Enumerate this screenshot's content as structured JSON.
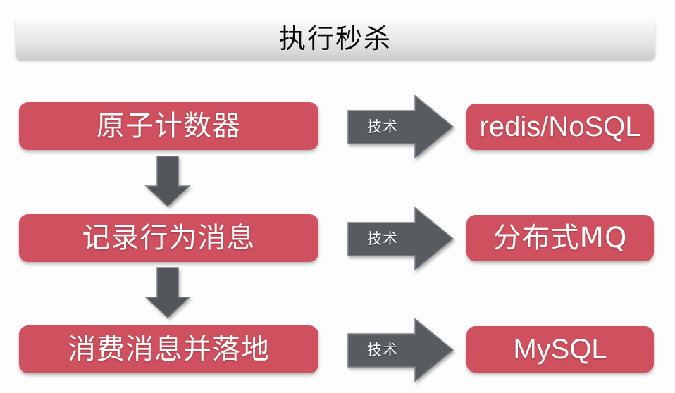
{
  "page": {
    "background_color": "#fdfdfd",
    "title": "执行秒杀"
  },
  "theme": {
    "red_box_color": "#cf505e",
    "arrow_gray_color": "#585c61",
    "box_text_color": "#ffffff",
    "title_text_color": "#0a0a0a"
  },
  "flow": {
    "rows": [
      {
        "step_label": "原子计数器",
        "arrow_label": "技术",
        "tech_label": "redis/NoSQL"
      },
      {
        "step_label": "记录行为消息",
        "arrow_label": "技术",
        "tech_label": "分布式MQ"
      },
      {
        "step_label": "消费消息并落地",
        "arrow_label": "技术",
        "tech_label": "MySQL"
      }
    ]
  }
}
